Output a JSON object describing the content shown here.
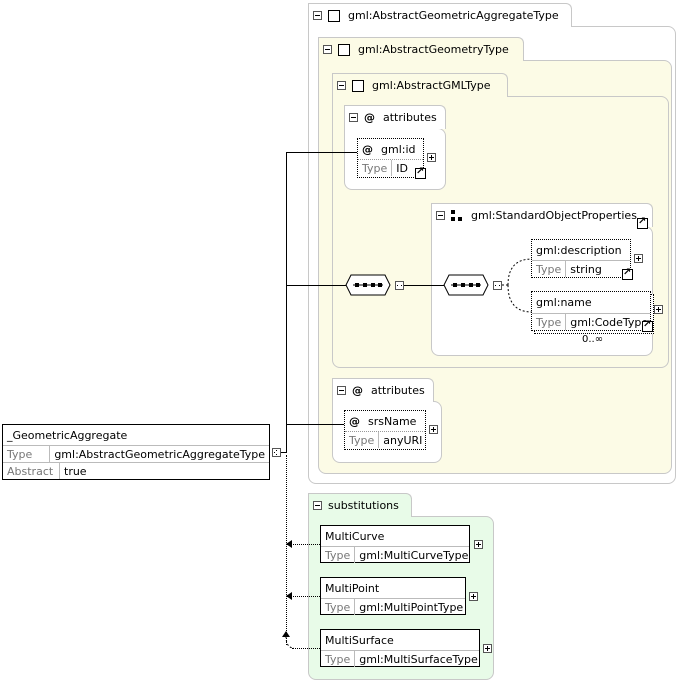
{
  "root_element": {
    "name": "_GeometricAggregate",
    "type_label": "Type",
    "type_value": "gml:AbstractGeometricAggregateType",
    "abstract_label": "Abstract",
    "abstract_value": "true"
  },
  "type_hierarchy": {
    "outer": "gml:AbstractGeometricAggregateType",
    "middle": "gml:AbstractGeometryType",
    "inner": "gml:AbstractGMLType"
  },
  "gml_type_attributes": {
    "title": "attributes",
    "id_attr": {
      "at": "@",
      "name": "gml:id",
      "type_label": "Type",
      "type_value": "ID"
    }
  },
  "standard_object_properties": {
    "name": "gml:StandardObjectProperties",
    "description": {
      "name": "gml:description",
      "type_label": "Type",
      "type_value": "string"
    },
    "gml_name": {
      "name": "gml:name",
      "type_label": "Type",
      "type_value": "gml:CodeType",
      "occurrence": "0..∞"
    }
  },
  "geometry_attributes": {
    "title": "attributes",
    "srs": {
      "at": "@",
      "name": "srsName",
      "type_label": "Type",
      "type_value": "anyURI"
    }
  },
  "substitutions": {
    "title": "substitutions",
    "items": [
      {
        "name": "MultiCurve",
        "type_label": "Type",
        "type_value": "gml:MultiCurveType"
      },
      {
        "name": "MultiPoint",
        "type_label": "Type",
        "type_value": "gml:MultiPointType"
      },
      {
        "name": "MultiSurface",
        "type_label": "Type",
        "type_value": "gml:MultiSurfaceType"
      }
    ]
  },
  "symbols": {
    "at": "@"
  },
  "icons": [
    "minus-toggle-icon",
    "plus-toggle-icon",
    "open-link-icon",
    "sequence-icon",
    "element-group-icon"
  ]
}
